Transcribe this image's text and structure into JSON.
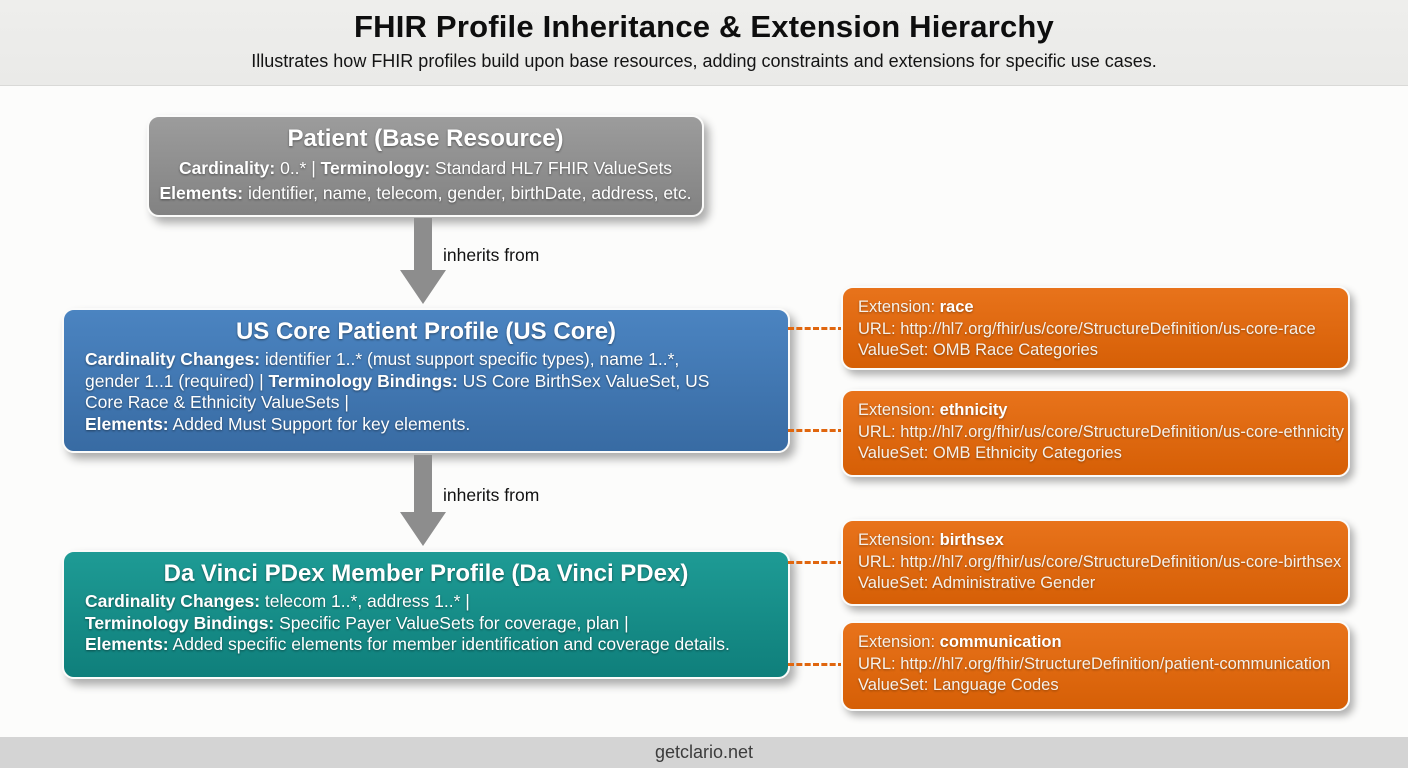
{
  "header": {
    "title": "FHIR Profile Inheritance & Extension Hierarchy",
    "subtitle": "Illustrates how FHIR profiles build upon base resources, adding constraints and extensions for specific use cases."
  },
  "arrows": {
    "inherits_label_1": "inherits from",
    "inherits_label_2": "inherits from"
  },
  "nodes": {
    "base": {
      "title": "Patient (Base Resource)",
      "line1": {
        "b1": "Cardinality:",
        "t1": " 0..* | ",
        "b2": "Terminology:",
        "t2": " Standard HL7 FHIR ValueSets"
      },
      "line2": {
        "b1": "Elements:",
        "t1": " identifier, name, telecom, gender, birthDate, address, etc."
      }
    },
    "uscore": {
      "title": "US Core Patient Profile (US Core)",
      "para1": {
        "b1": "Cardinality Changes:",
        "t1": " identifier 1..* (must support specific types), name 1..*, gender 1..1 (required) | ",
        "b2": "Terminology Bindings:",
        "t2": " US Core BirthSex ValueSet, US Core Race & Ethnicity ValueSets |"
      },
      "para2": {
        "b1": "Elements:",
        "t1": " Added Must Support for key elements."
      }
    },
    "pdex": {
      "title": "Da Vinci PDex Member Profile (Da Vinci PDex)",
      "line1": {
        "b1": "Cardinality Changes:",
        "t1": " telecom 1..*, address 1..* |"
      },
      "line2": {
        "b1": "Terminology Bindings:",
        "t1": " Specific Payer ValueSets for coverage, plan |"
      },
      "line3": {
        "b1": "Elements:",
        "t1": " Added specific elements for member identification and coverage details."
      }
    }
  },
  "extension_labels": {
    "extension": "Extension:",
    "url": "URL:",
    "valueset": "ValueSet:"
  },
  "extensions": [
    {
      "name": "race",
      "url": "http://hl7.org/fhir/us/core/StructureDefinition/us-core-race",
      "valueset": "OMB Race Categories"
    },
    {
      "name": "ethnicity",
      "url": "http://hl7.org/fhir/us/core/StructureDefinition/us-core-ethnicity",
      "valueset": "OMB Ethnicity Categories"
    },
    {
      "name": "birthsex",
      "url": "http://hl7.org/fhir/us/core/StructureDefinition/us-core-birthsex",
      "valueset": "Administrative Gender"
    },
    {
      "name": "communication",
      "url": "http://hl7.org/fhir/StructureDefinition/patient-communication",
      "valueset": "Language Codes"
    }
  ],
  "footer": {
    "site": "getclario.net"
  },
  "colors": {
    "base_node": "#8c8c8c",
    "uscore_node": "#3d77b4",
    "pdex_node": "#17908b",
    "extension_node": "#e0660e",
    "arrow": "#8d8d8d",
    "connector_dash": "#e0660e"
  }
}
